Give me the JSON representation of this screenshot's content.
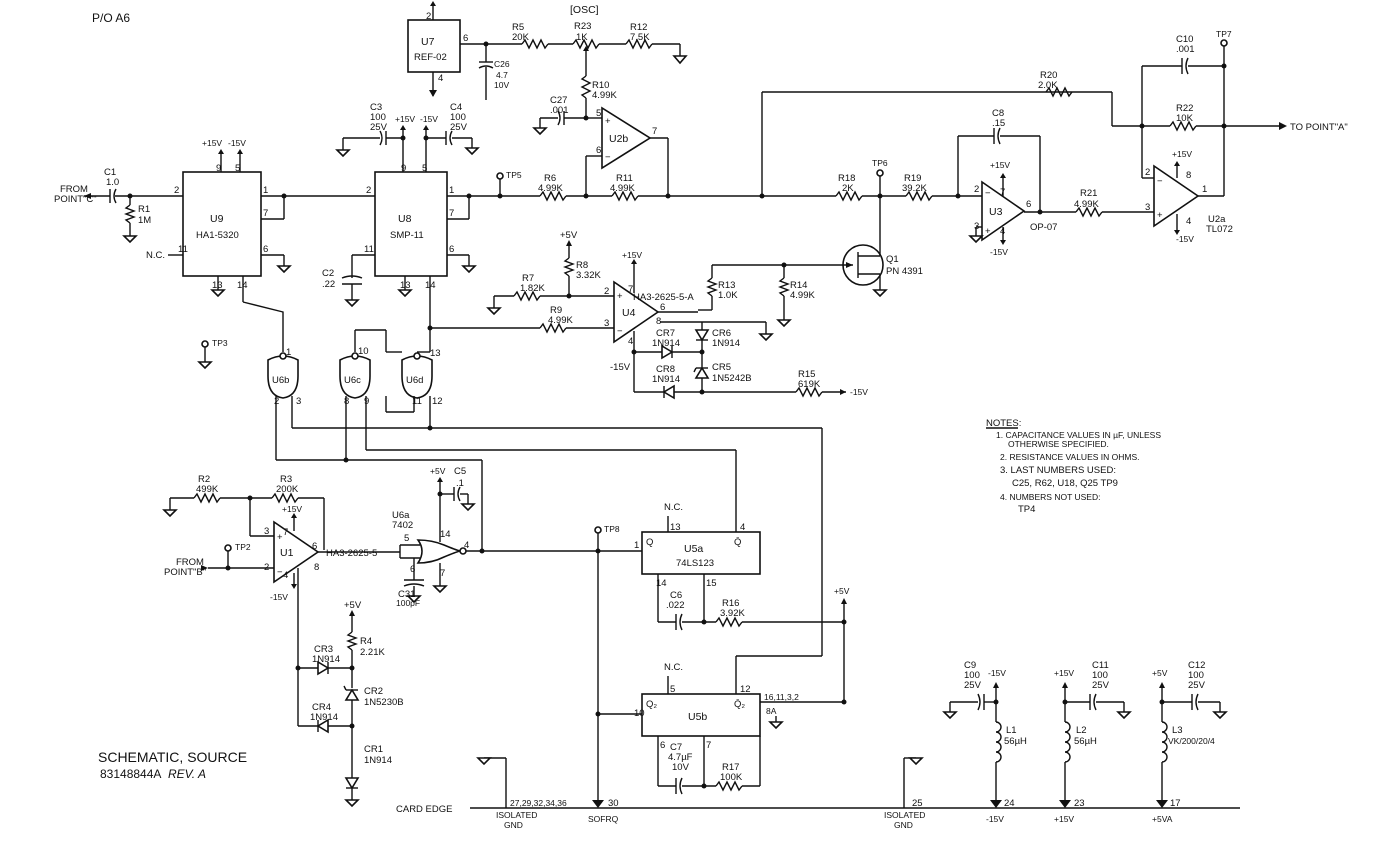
{
  "page": {
    "header": "P/O A6",
    "osc_label": "[OSC]"
  },
  "title_block": {
    "title": "SCHEMATIC, SOURCE",
    "number": "83148844A",
    "rev": "REV. A"
  },
  "notes": {
    "heading": "NOTES:",
    "lines": [
      "1. CAPACITANCE VALUES IN µF, UNLESS",
      "OTHERWISE SPECIFIED.",
      "2. RESISTANCE VALUES IN OHMS.",
      "3. LAST NUMBERS USED:",
      "C25, R62, U18, Q25 TP9",
      "4. NUMBERS NOT USED:",
      "TP4"
    ]
  },
  "ics": {
    "u7": {
      "ref": "U7",
      "part": "REF-02"
    },
    "u9": {
      "ref": "U9",
      "part": "HA1-5320"
    },
    "u8": {
      "ref": "U8",
      "part": "SMP-11"
    },
    "u2b": {
      "ref": "U2b"
    },
    "u3": {
      "ref": "U3",
      "part": "OP-07"
    },
    "u2a": {
      "ref": "U2a",
      "part": "TL072"
    },
    "u4": {
      "ref": "U4",
      "part": "HA3-2625-5-A"
    },
    "u1": {
      "ref": "U1",
      "part": "HA3-2625-5"
    },
    "u6a": {
      "ref": "U6a",
      "part": "7402"
    },
    "u6b": {
      "ref": "U6b"
    },
    "u6c": {
      "ref": "U6c"
    },
    "u6d": {
      "ref": "U6d"
    },
    "u5a": {
      "ref": "U5a",
      "part": "74LS123"
    },
    "u5b": {
      "ref": "U5b"
    }
  },
  "resistors": {
    "r1": {
      "ref": "R1",
      "val": "1M"
    },
    "r2": {
      "ref": "R2",
      "val": "499K"
    },
    "r3": {
      "ref": "R3",
      "val": "200K"
    },
    "r4": {
      "ref": "R4",
      "val": "2.21K"
    },
    "r5": {
      "ref": "R5",
      "val": "20K"
    },
    "r6": {
      "ref": "R6",
      "val": "4.99K"
    },
    "r7": {
      "ref": "R7",
      "val": "1.82K"
    },
    "r8": {
      "ref": "R8",
      "val": "3.32K"
    },
    "r9": {
      "ref": "R9",
      "val": "4.99K"
    },
    "r10": {
      "ref": "R10",
      "val": "4.99K"
    },
    "r11": {
      "ref": "R11",
      "val": "4.99K"
    },
    "r12": {
      "ref": "R12",
      "val": "7.5K"
    },
    "r13": {
      "ref": "R13",
      "val": "1.0K"
    },
    "r14": {
      "ref": "R14",
      "val": "4.99K"
    },
    "r15": {
      "ref": "R15",
      "val": "619K"
    },
    "r16": {
      "ref": "R16",
      "val": "3.92K"
    },
    "r17": {
      "ref": "R17",
      "val": "100K"
    },
    "r18": {
      "ref": "R18",
      "val": "2K"
    },
    "r19": {
      "ref": "R19",
      "val": "39.2K"
    },
    "r20": {
      "ref": "R20",
      "val": "2.0K"
    },
    "r21": {
      "ref": "R21",
      "val": "4.99K"
    },
    "r22": {
      "ref": "R22",
      "val": "10K"
    },
    "r23": {
      "ref": "R23",
      "val": "1K"
    }
  },
  "capacitors": {
    "c1": {
      "ref": "C1",
      "val": "1.0"
    },
    "c2": {
      "ref": "C2",
      "val": ".22"
    },
    "c3": {
      "ref": "C3",
      "val": "100",
      "v": "25V"
    },
    "c4": {
      "ref": "C4",
      "val": "100",
      "v": "25V"
    },
    "c5": {
      "ref": "C5",
      "val": ".1"
    },
    "c6": {
      "ref": "C6",
      "val": ".022"
    },
    "c7": {
      "ref": "C7",
      "val": "4.7µF",
      "v": "10V"
    },
    "c8": {
      "ref": "C8",
      "val": ".15"
    },
    "c9": {
      "ref": "C9",
      "val": "100",
      "v": "25V"
    },
    "c10": {
      "ref": "C10",
      "val": ".001"
    },
    "c11": {
      "ref": "C11",
      "val": "100",
      "v": "25V"
    },
    "c12": {
      "ref": "C12",
      "val": "100",
      "v": "25V"
    },
    "c26": {
      "ref": "C26",
      "val": "4.7",
      "v": "10V"
    },
    "c27": {
      "ref": "C27",
      "val": ".001"
    },
    "c31": {
      "ref": "C31",
      "val": "100pF"
    }
  },
  "diodes": {
    "cr1": {
      "ref": "CR1",
      "part": "1N914"
    },
    "cr2": {
      "ref": "CR2",
      "part": "1N5230B"
    },
    "cr3": {
      "ref": "CR3",
      "part": "1N914"
    },
    "cr4": {
      "ref": "CR4",
      "part": "1N914"
    },
    "cr5": {
      "ref": "CR5",
      "part": "1N5242B"
    },
    "cr6": {
      "ref": "CR6",
      "part": "1N914"
    },
    "cr7": {
      "ref": "CR7",
      "part": "1N914"
    },
    "cr8": {
      "ref": "CR8",
      "part": "1N914"
    }
  },
  "inductors": {
    "l1": {
      "ref": "L1",
      "val": "56µH"
    },
    "l2": {
      "ref": "L2",
      "val": "56µH"
    },
    "l3": {
      "ref": "L3",
      "val": "VK/200/20/4"
    }
  },
  "transistor": {
    "ref": "Q1",
    "part": "PN 4391"
  },
  "testpoints": {
    "tp2": "TP2",
    "tp3": "TP3",
    "tp5": "TP5",
    "tp6": "TP6",
    "tp7": "TP7",
    "tp8": "TP8"
  },
  "supplies": {
    "p15": "+15V",
    "m15": "-15V",
    "p5": "+5V",
    "m15_out": "-15V"
  },
  "connectors": {
    "from_c": [
      "FROM",
      "POINT\"C\""
    ],
    "from_b": [
      "FROM",
      "POINT\"B\""
    ],
    "to_a": "TO POINT\"A\"",
    "nc": "N.C.",
    "card_edge": "CARD EDGE",
    "pins_gnd": "27,29,32,34,36",
    "isolated_gnd": [
      "ISOLATED",
      "GND"
    ],
    "pin30": "30",
    "sofrq": "SOFRQ",
    "pin25": "25",
    "pin24": "24",
    "pin23": "23",
    "pin17": "17",
    "out_m15": "-15V",
    "out_p15": "+15V",
    "out_p5": "+5VA",
    "u5b_pins": "16,11,3,2",
    "u5b_8a": "8A"
  },
  "pins": {
    "p1": "1",
    "p2": "2",
    "p3": "3",
    "p4": "4",
    "p5": "5",
    "p6": "6",
    "p7": "7",
    "p8": "8",
    "p9": "9",
    "p10": "10",
    "p11": "11",
    "p12": "12",
    "p13": "13",
    "p14": "14",
    "p15": "15"
  }
}
